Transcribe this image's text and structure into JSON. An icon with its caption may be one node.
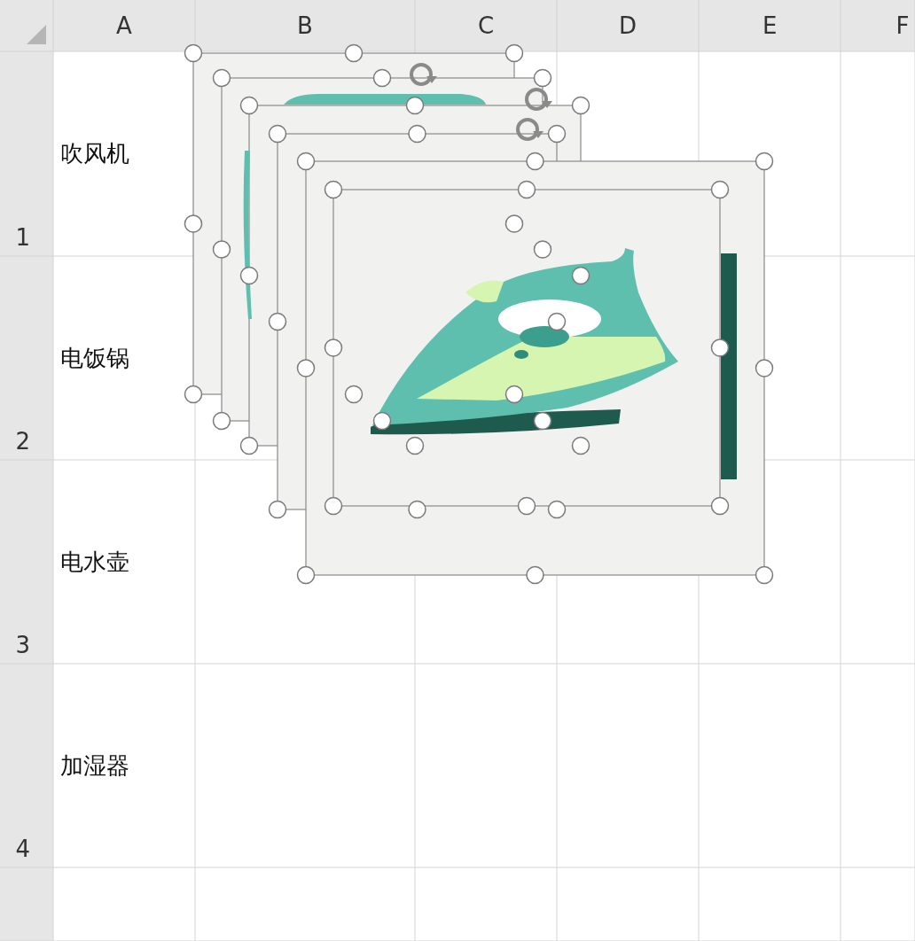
{
  "diagram": {
    "labels": [
      "A",
      "B",
      "C",
      "D",
      "E",
      "F",
      "吹风机",
      "1",
      "电饭锅",
      "2",
      "电水壶",
      "3",
      "加湿器",
      "4"
    ]
  }
}
